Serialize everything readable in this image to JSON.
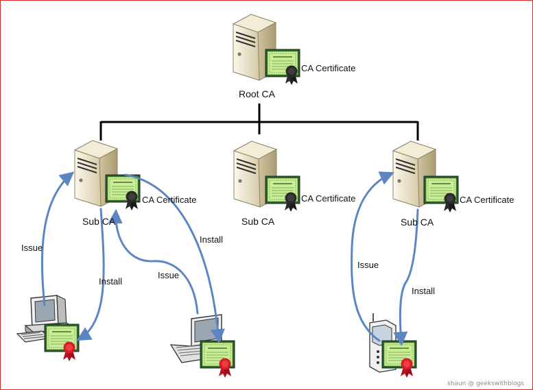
{
  "nodes": {
    "root": {
      "label": "Root CA",
      "cert_label": "CA Certificate"
    },
    "sub_left": {
      "label": "Sub CA",
      "cert_label": "CA Certificate"
    },
    "sub_center": {
      "label": "Sub CA",
      "cert_label": "CA Certificate"
    },
    "sub_right": {
      "label": "Sub CA",
      "cert_label": "CA Certificate"
    }
  },
  "devices": {
    "desktop": {
      "icon": "desktop-computer-icon"
    },
    "laptop": {
      "icon": "laptop-icon"
    },
    "phone": {
      "icon": "mobile-phone-icon"
    }
  },
  "edges": {
    "left_issue_desktop": "Issue",
    "left_install_desktop": "Install",
    "left_issue_laptop": "Issue",
    "left_install_laptop": "Install",
    "right_issue_phone": "Issue",
    "right_install_phone": "Install"
  },
  "colors": {
    "arrow": "#5b86c2",
    "tree_line": "#000000",
    "server_body": "#e7ddc2",
    "certificate": "#c9ef96",
    "ribbon": "#d81c2a",
    "seal": "#2b2b2b"
  },
  "credit": "shaun @ geekswithblogs"
}
